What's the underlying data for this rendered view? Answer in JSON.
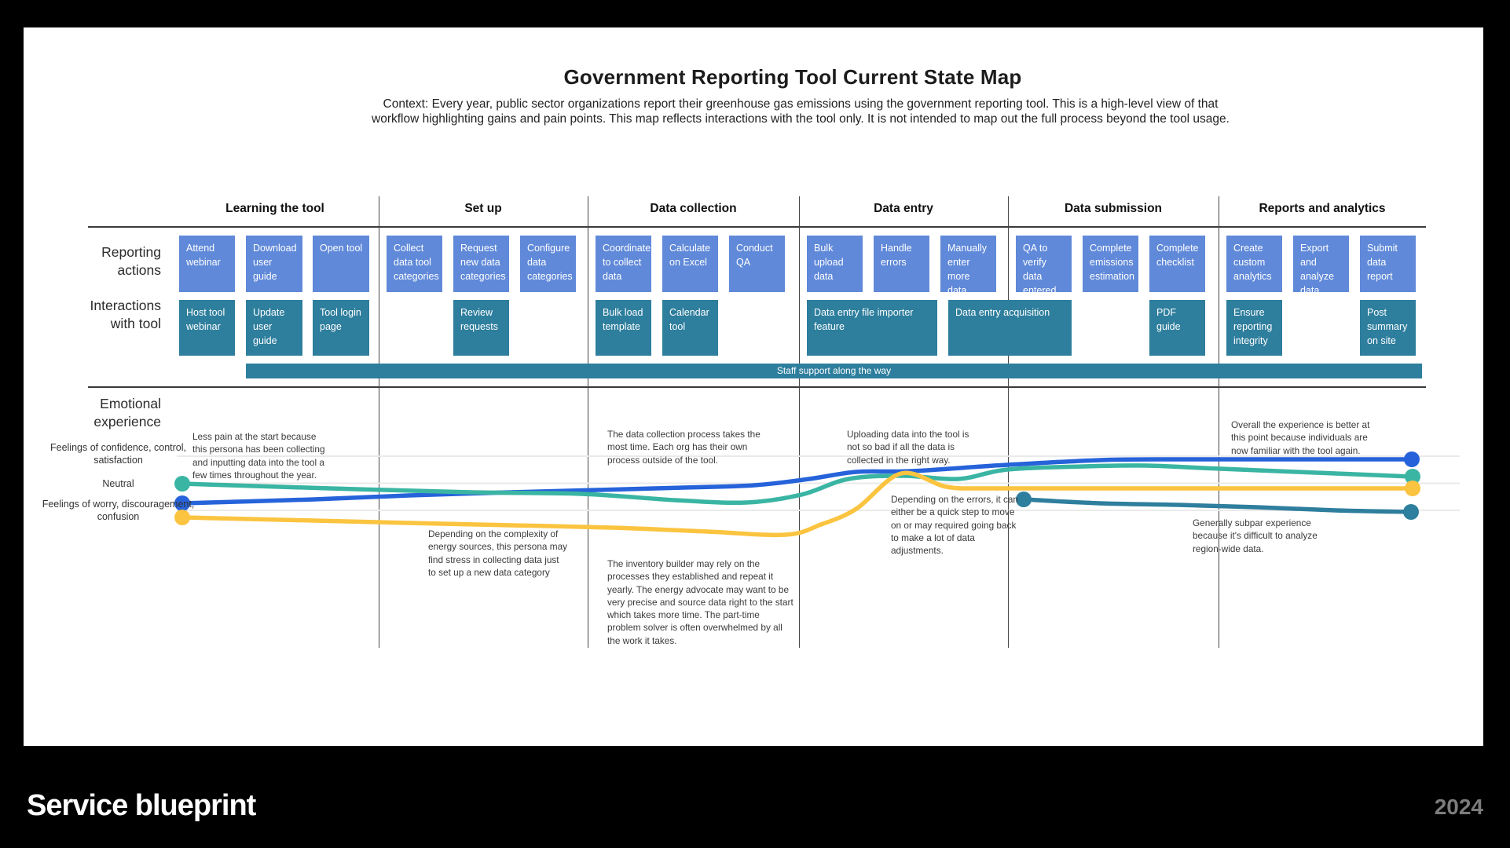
{
  "title": "Government Reporting Tool Current State Map",
  "context_line1": "Context: Every year, public sector organizations report their greenhouse gas emissions using the government reporting tool. This is a high-level view of that",
  "context_line2": "workflow highlighting gains and pain points. This map reflects interactions with the tool only. It is not intended to map out the full process beyond the tool usage.",
  "row_labels": {
    "reporting": "Reporting actions",
    "interactions": "Interactions with tool",
    "emotional": "Emotional experience"
  },
  "sections": [
    {
      "label": "Learning the tool",
      "actions": [
        "Attend webinar",
        "Download user guide",
        "Open tool"
      ],
      "interactions": [
        "Host tool webinar",
        "Update user guide",
        "Tool login page"
      ]
    },
    {
      "label": "Set up",
      "actions": [
        "Collect data tool categories",
        "Request new data categories",
        "Configure data categories"
      ],
      "interactions": [
        "Review requests"
      ]
    },
    {
      "label": "Data collection",
      "actions": [
        "Coordinate to collect data",
        "Calculate on Excel",
        "Conduct QA"
      ],
      "interactions": [
        "Bulk load template",
        "Calendar tool"
      ]
    },
    {
      "label": "Data entry",
      "actions": [
        "Bulk upload data",
        "Handle errors",
        "Manually enter more data"
      ],
      "interactions": [
        "Data entry file importer feature"
      ]
    },
    {
      "label": "Data submission",
      "actions": [
        "QA to verify data entered",
        "Complete emissions estimation",
        "Complete checklist"
      ],
      "interactions": [
        "Data entry acquisition",
        "PDF guide"
      ]
    },
    {
      "label": "Reports and analytics",
      "actions": [
        "Create custom analytics",
        "Export and analyze data",
        "Submit data report"
      ],
      "interactions": [
        "Ensure reporting integrity",
        "Post summary on site"
      ]
    }
  ],
  "staff_bar": "Staff support along the way",
  "axis": {
    "high": "Feelings of confidence, control, satisfaction",
    "neutral": "Neutral",
    "low": "Feelings of worry, discouragement, confusion"
  },
  "annotations": [
    {
      "id": "less-pain",
      "text": "Less pain at the start because this persona has been collecting and inputting data into the tool a few times throughout the year."
    },
    {
      "id": "setup-stress",
      "text": "Depending on the complexity of energy sources, this persona may find stress in collecting data just to set up a new data category"
    },
    {
      "id": "collection-time",
      "text": "The data collection process takes the most time. Each org has their own process outside of the tool."
    },
    {
      "id": "inventory-builder",
      "text": "The inventory builder may rely on the processes they established and repeat it yearly. The energy advocate may want to be very precise and source data right to the start which takes more time. The part-time problem solver is often overwhelmed by all the work it takes."
    },
    {
      "id": "uploading",
      "text": "Uploading data into the tool is not so bad if all the data is collected in the right way."
    },
    {
      "id": "errors",
      "text": "Depending on the errors, it can either be a quick step to move on or may required going back to make a lot of data adjustments."
    },
    {
      "id": "overall-better",
      "text": "Overall the experience is better at this point because individuals are now familiar with the tool again."
    },
    {
      "id": "subpar",
      "text": "Generally subpar experience because it's difficult to analyze region-wide data."
    }
  ],
  "footer": {
    "brand": "Service blueprint",
    "year": "2024"
  },
  "colors": {
    "action_box": "#6089d9",
    "interaction_box": "#2e7e9d",
    "line_blue": "#2663da",
    "line_teal": "#3ab5a3",
    "line_yellow": "#fbc440",
    "line_steel": "#2e7e9d",
    "gridline": "#eaeaea"
  },
  "chart_data": {
    "type": "line",
    "title": "Emotional experience",
    "x_categories": [
      "Learning the tool",
      "Set up",
      "Data collection",
      "Data entry",
      "Data submission",
      "Reports and analytics"
    ],
    "y_axis_labels": [
      "Feelings of confidence, control, satisfaction",
      "Neutral",
      "Feelings of worry, discouragement, confusion"
    ],
    "legend": "none",
    "grid": "horizontal-3-levels",
    "gridlines_y": [
      546,
      580.5,
      615
    ],
    "gridline_x_range": [
      195,
      1828
    ],
    "series": [
      {
        "name": "persona-line-blue",
        "color": "#2663da",
        "points": [
          [
            202,
            606
          ],
          [
            370,
            601
          ],
          [
            490,
            596
          ],
          [
            620,
            592
          ],
          [
            730,
            589
          ],
          [
            840,
            586
          ],
          [
            930,
            583
          ],
          [
            1000,
            575
          ],
          [
            1060,
            566
          ],
          [
            1130,
            565
          ],
          [
            1252,
            557
          ],
          [
            1370,
            551
          ],
          [
            1470,
            550
          ],
          [
            1620,
            550
          ],
          [
            1767,
            550
          ]
        ]
      },
      {
        "name": "persona-line-teal",
        "color": "#3ab5a3",
        "points": [
          [
            202,
            581
          ],
          [
            390,
            587
          ],
          [
            570,
            592
          ],
          [
            710,
            594
          ],
          [
            830,
            602
          ],
          [
            920,
            605
          ],
          [
            990,
            595
          ],
          [
            1050,
            575
          ],
          [
            1120,
            571
          ],
          [
            1190,
            575
          ],
          [
            1252,
            563
          ],
          [
            1350,
            559
          ],
          [
            1430,
            558
          ],
          [
            1500,
            561
          ],
          [
            1620,
            566
          ],
          [
            1768,
            572
          ]
        ]
      },
      {
        "name": "persona-line-yellow",
        "color": "#fbc440",
        "points": [
          [
            202,
            624
          ],
          [
            370,
            628
          ],
          [
            490,
            631
          ],
          [
            620,
            634
          ],
          [
            750,
            637
          ],
          [
            870,
            642
          ],
          [
            970,
            646
          ],
          [
            1015,
            633
          ],
          [
            1060,
            613
          ],
          [
            1117,
            568
          ],
          [
            1175,
            585
          ],
          [
            1230,
            587
          ],
          [
            1370,
            587
          ],
          [
            1570,
            587
          ],
          [
            1768,
            587
          ]
        ]
      },
      {
        "name": "persona-line-steel",
        "color": "#2e7e9d",
        "points": [
          [
            1273,
            601
          ],
          [
            1370,
            606
          ],
          [
            1470,
            608
          ],
          [
            1570,
            611
          ],
          [
            1670,
            615
          ],
          [
            1766,
            617
          ]
        ]
      }
    ]
  }
}
